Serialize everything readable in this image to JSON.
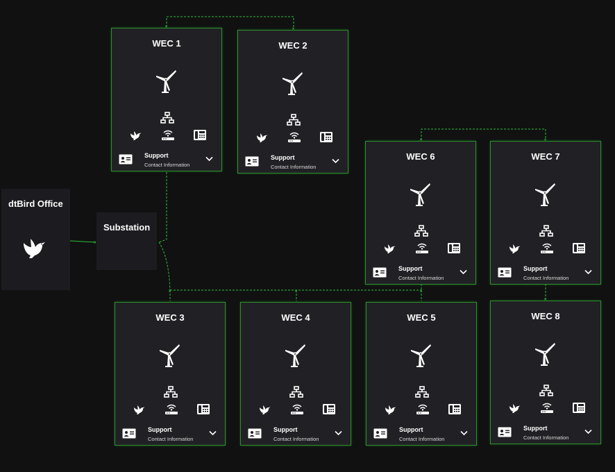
{
  "office": {
    "title": "dtBird Office",
    "icon": "bird-logo-icon"
  },
  "substation": {
    "title": "Substation"
  },
  "wecs": [
    {
      "id": "wec1",
      "title": "WEC 1",
      "support_title": "Support",
      "support_sub": "Contact Information"
    },
    {
      "id": "wec2",
      "title": "WEC 2",
      "support_title": "Support",
      "support_sub": "Contact Information"
    },
    {
      "id": "wec3",
      "title": "WEC 3",
      "support_title": "Support",
      "support_sub": "Contact Information"
    },
    {
      "id": "wec4",
      "title": "WEC 4",
      "support_title": "Support",
      "support_sub": "Contact Information"
    },
    {
      "id": "wec5",
      "title": "WEC 5",
      "support_title": "Support",
      "support_sub": "Contact Information"
    },
    {
      "id": "wec6",
      "title": "WEC 6",
      "support_title": "Support",
      "support_sub": "Contact Information"
    },
    {
      "id": "wec7",
      "title": "WEC 7",
      "support_title": "Support",
      "support_sub": "Contact Information"
    },
    {
      "id": "wec8",
      "title": "WEC 8",
      "support_title": "Support",
      "support_sub": "Contact Information"
    }
  ],
  "wec_icons": [
    "wind-turbine-icon",
    "network-icon",
    "bird-icon",
    "router-wifi-icon",
    "ip-phone-icon",
    "contact-card-icon",
    "chevron-down-icon"
  ],
  "colors": {
    "background": "#111112",
    "node": "#212125",
    "node_border": "#2e8f2e",
    "link": "#2fbf3a"
  }
}
